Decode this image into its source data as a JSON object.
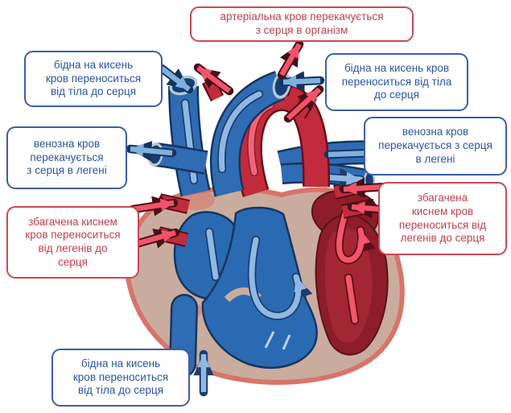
{
  "labels": {
    "top": {
      "text": "артеріальна кров перекачується\nз серця в організм",
      "type": "red"
    },
    "top_left": {
      "text": "бідна на кисень\nкров переноситься\nвід тіла до серця",
      "type": "blue"
    },
    "top_right": {
      "text": "бідна на кисень кров\nпереноситься від тіла\nдо серця",
      "type": "blue"
    },
    "mid_left": {
      "text": "венозна кров\nперекачується\nз серця в легені",
      "type": "blue"
    },
    "mid_right": {
      "text": "венозна кров\nперекачується з серця\nв легені",
      "type": "blue"
    },
    "low_left": {
      "text": "збагачена киснем\nкров переноситься\nвід легенів до\nсерця",
      "type": "red"
    },
    "low_right": {
      "text": "збагачена\nкиснем кров\nпереноситься від\nлегенів до серця",
      "type": "red"
    },
    "bottom": {
      "text": "бідна на кисень\nкров переноситься\nвід тіла до серця",
      "type": "blue"
    }
  },
  "colors": {
    "background": "#ffffff",
    "label_text_blue": "#2b55a4",
    "label_border_blue": "#3c5fa8",
    "label_text_red": "#c3404d",
    "label_border_red": "#cb4855",
    "vein_blue": "#2f6cb4",
    "vein_outline": "#17355e",
    "artery_red": "#c22b3b",
    "chamber_dark_red": "#8c1d29",
    "heart_muscle_tan": "#c9ac9e",
    "heart_rim_pink": "#d8746a",
    "flow_arrow_blue": "#7fb0de",
    "flow_arrow_light_blue": "#8fb9e4",
    "flow_arrow_red": "#f2536a"
  }
}
